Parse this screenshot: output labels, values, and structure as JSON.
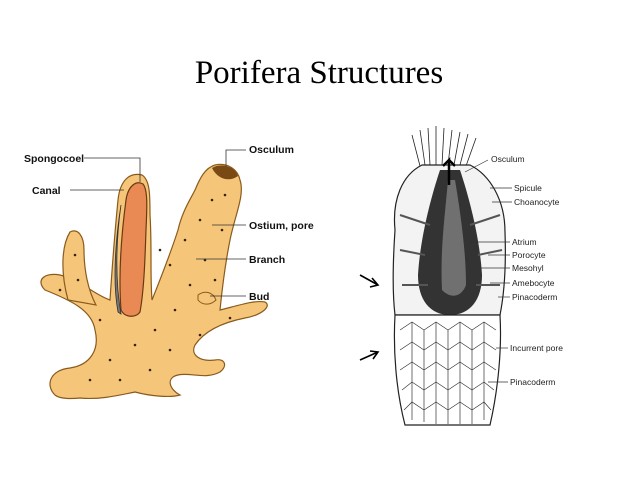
{
  "title": "Porifera Structures",
  "left_labels": {
    "spongocoel": "Spongocoel",
    "canal": "Canal",
    "osculum": "Osculum",
    "ostium": "Ostium, pore",
    "branch": "Branch",
    "bud": "Bud"
  },
  "right_labels": {
    "osculum": "Osculum",
    "spicule": "Spicule",
    "choanocyte": "Choanocyte",
    "atrium": "Atrium",
    "porocyte": "Porocyte",
    "mesohyl": "Mesohyl",
    "amebocyte": "Amebocyte",
    "pinacoderm": "Pinacoderm",
    "incurrent_pore": "Incurrent pore",
    "pinacoderm_lower": "Pinacoderm"
  },
  "colors": {
    "sponge_body": "#f5c67a",
    "sponge_outline": "#8a5a1c",
    "spongocoel": "#e98a55",
    "leader": "#333333"
  }
}
